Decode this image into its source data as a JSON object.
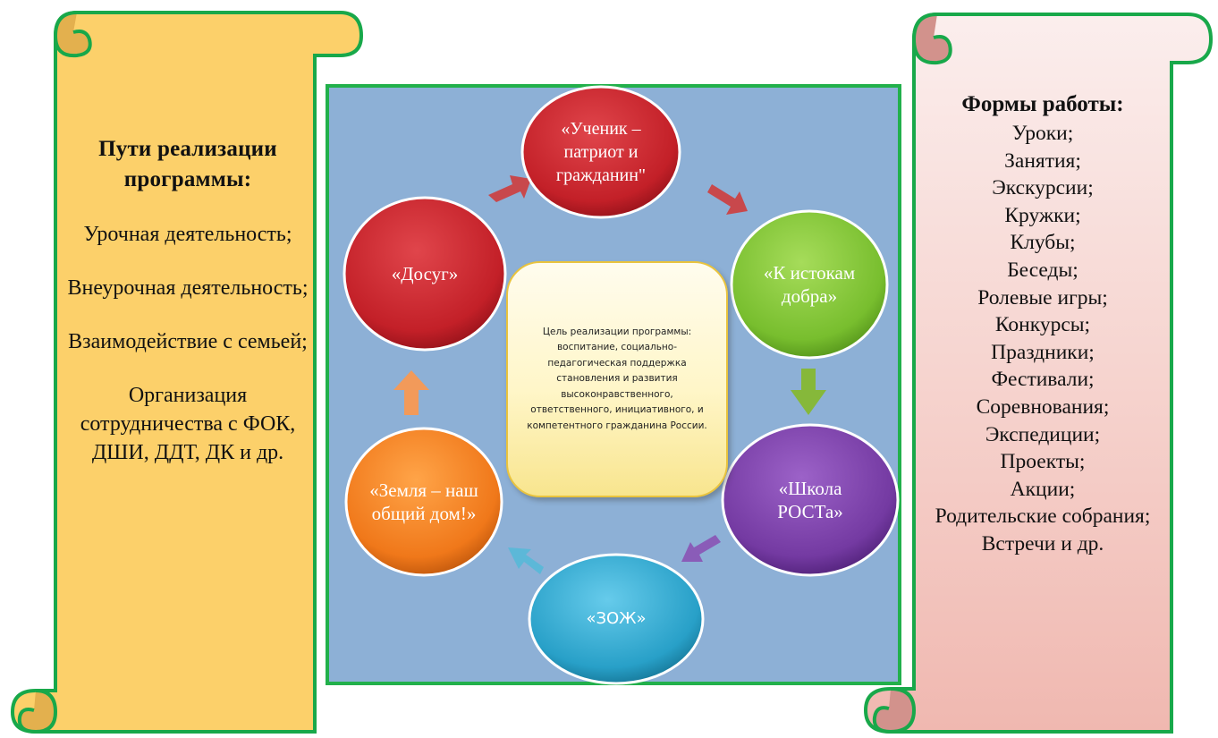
{
  "left_scroll": {
    "title": "Пути реализации программы:",
    "items": [
      "Урочная деятельность;",
      "Внеурочная деятельность;",
      "Взаимодействие с семьей;",
      "Организация сотрудничества с ФОК, ДШИ, ДДТ, ДК и др."
    ],
    "color": "#fcd06a"
  },
  "right_scroll": {
    "title": "Формы работы:",
    "items": [
      "Уроки;",
      "Занятия;",
      "Экскурсии;",
      "Кружки;",
      "Клубы;",
      "Беседы;",
      "Ролевые игры;",
      "Конкурсы;",
      "Праздники;",
      "Фестивали;",
      "Соревнования;",
      "Экспедиции;",
      "Проекты;",
      "Акции;",
      "Родительские собрания;",
      "Встречи и др."
    ],
    "color": "#f4c6c0"
  },
  "diagram": {
    "panel_color": "#8db0d6",
    "border_color": "#22b04b",
    "center_text": "Цель реализации программы: воспитание, социально-педагогическая поддержка становления и развития высоконравственного, ответственного, инициативного, и компетентного гражданина России.",
    "nodes": [
      {
        "label": "«Ученик – патриот и гражданин\"",
        "color": "#c8282e"
      },
      {
        "label": "«К истокам добра»",
        "color": "#7cc23a"
      },
      {
        "label": "«Школа РОСТа»",
        "color": "#7a3fa8"
      },
      {
        "label": "«ЗОЖ»",
        "color": "#2ea4cc"
      },
      {
        "label": "«Земля – наш общий дом!»",
        "color": "#f07a1a"
      },
      {
        "label": "«Досуг»",
        "color": "#c8282e"
      }
    ],
    "arrows": [
      {
        "direction": "up-right",
        "color": "#c8484c"
      },
      {
        "direction": "down-right",
        "color": "#c8484c"
      },
      {
        "direction": "down",
        "color": "#86b83a"
      },
      {
        "direction": "down-left",
        "color": "#8a5cb8"
      },
      {
        "direction": "up-left",
        "color": "#5cb8d8"
      },
      {
        "direction": "up",
        "color": "#f29a5a"
      }
    ]
  }
}
